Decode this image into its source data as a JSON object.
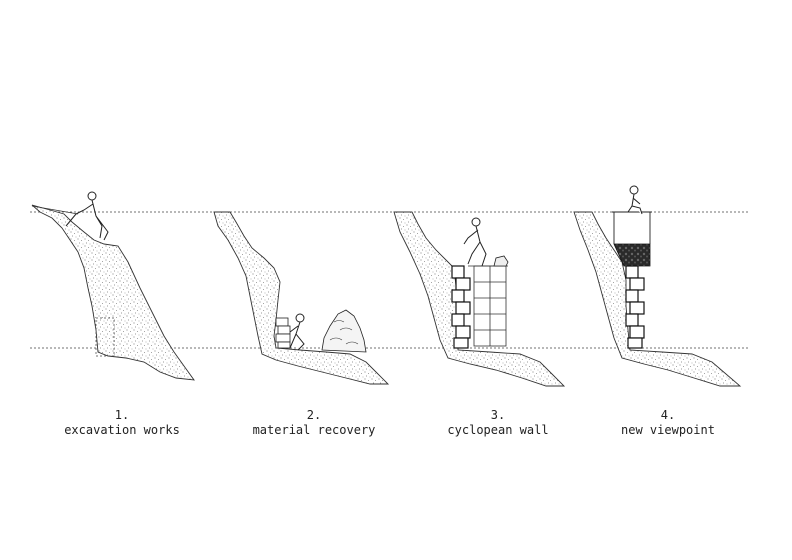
{
  "steps": [
    {
      "number": "1.",
      "label": "excavation works"
    },
    {
      "number": "2.",
      "label": "material recovery"
    },
    {
      "number": "3.",
      "label": "cyclopean wall"
    },
    {
      "number": "4.",
      "label": "new viewpoint"
    }
  ],
  "colors": {
    "line": "#333333",
    "stipple": "#777777",
    "fill": "#ffffff",
    "dark": "#1a1a1a"
  }
}
